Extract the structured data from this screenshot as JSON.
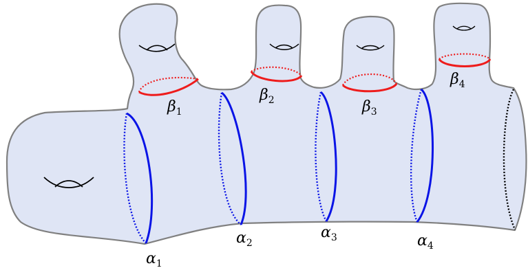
{
  "colors": {
    "surface_fill": "#dfe5f5",
    "surface_outline": "#808080",
    "alpha_curve": "#0a14e6",
    "beta_curve": "#ee1c1c",
    "boundary_curve": "#000000",
    "handle_mark": "#000000"
  },
  "labels": {
    "alpha_1": {
      "symbol": "α",
      "sub": "1"
    },
    "alpha_2": {
      "symbol": "α",
      "sub": "2"
    },
    "alpha_3": {
      "symbol": "α",
      "sub": "3"
    },
    "alpha_4": {
      "symbol": "α",
      "sub": "4"
    },
    "beta_1": {
      "symbol": "β",
      "sub": "1"
    },
    "beta_2": {
      "symbol": "β",
      "sub": "2"
    },
    "beta_3": {
      "symbol": "β",
      "sub": "3"
    },
    "beta_4": {
      "symbol": "β",
      "sub": "4"
    }
  }
}
